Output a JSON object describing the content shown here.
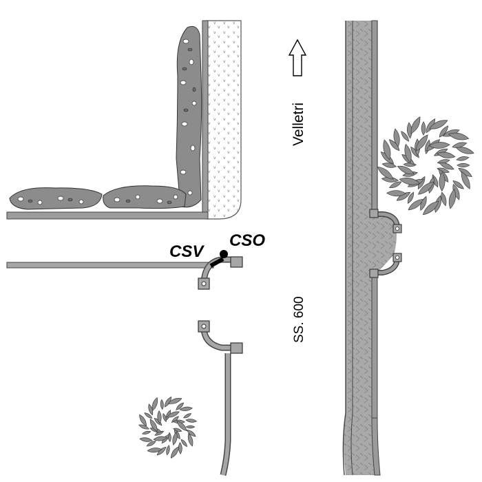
{
  "labels": {
    "csv": "CSV",
    "cso": "CSO",
    "velletri": "Velletri",
    "road": "SS. 600"
  },
  "colors": {
    "road_fill": "#a7a7a7",
    "rail_fill": "#9a9a9a",
    "hedge_fill": "#8c8c8c",
    "tree_leaf": "#8f8f8f",
    "outline": "#3c3c3c",
    "background": "#ffffff"
  },
  "icons": {
    "direction": "north-arrow-icon",
    "tree": "tree-icon",
    "bush": "bush-icon"
  }
}
